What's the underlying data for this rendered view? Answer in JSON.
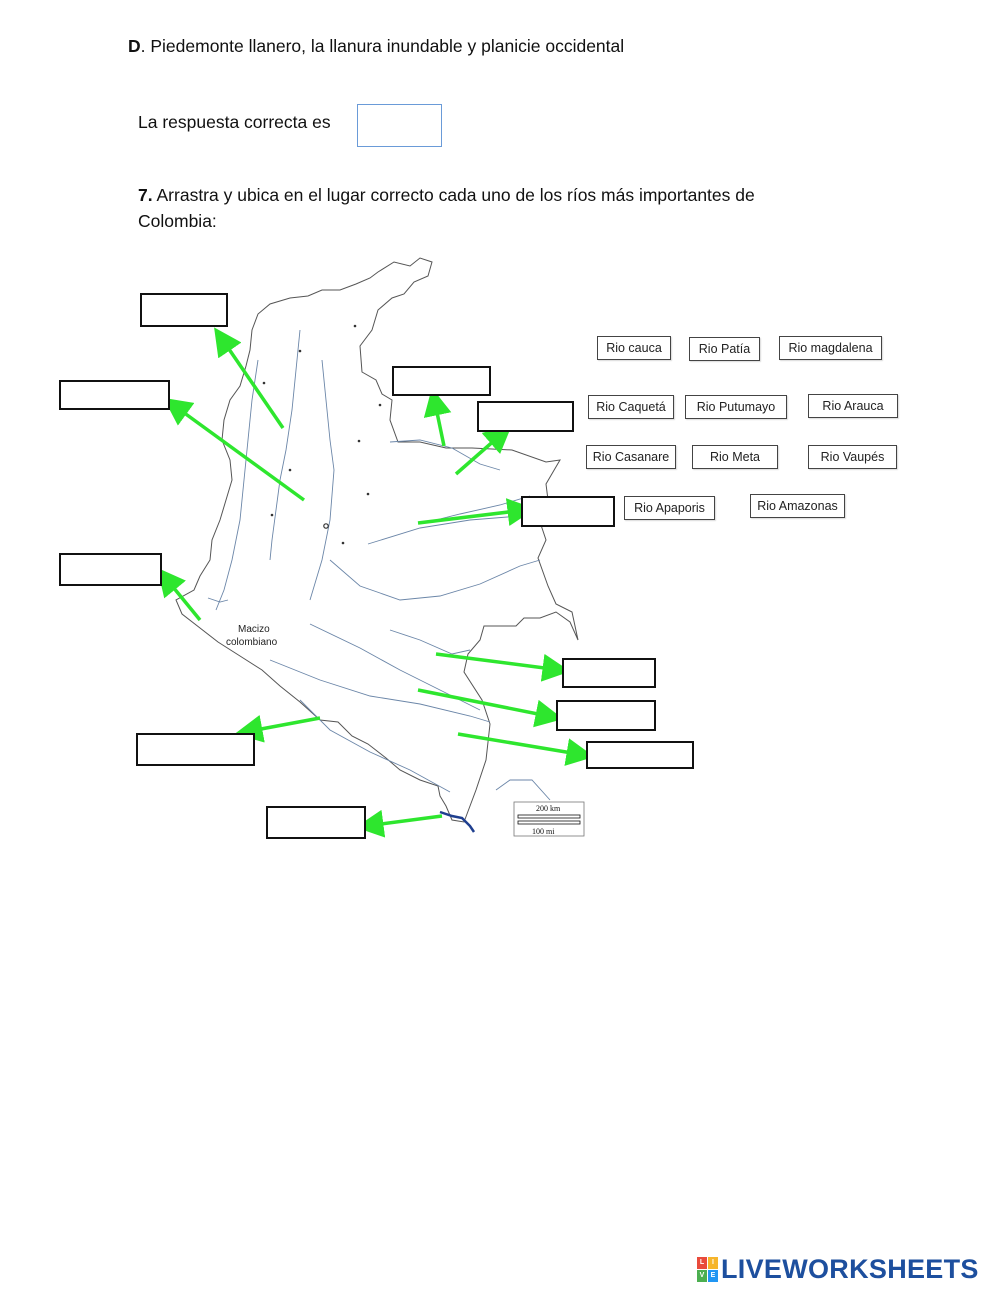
{
  "question_d": {
    "letter": "D",
    "text": ". Piedemonte llanero, la llanura inundable y planicie occidental"
  },
  "answer": {
    "label": "La respuesta correcta es",
    "value": ""
  },
  "question7": {
    "number": "7.",
    "line1": " Arrastra y ubica en el lugar correcto cada uno de los ríos más importantes de",
    "line2": "Colombia:"
  },
  "map": {
    "label_line1": "Macizo",
    "label_line2": "colombiano",
    "scale_km": "200 km",
    "scale_mi": "100 mi"
  },
  "rivers": [
    "Rio cauca",
    "Rio Patía",
    "Rio magdalena",
    "Rio Caquetá",
    "Rio Putumayo",
    "Rio Arauca",
    "Rio Casanare",
    "Rio Meta",
    "Rio Vaupés",
    "Rio Apaporis",
    "Rio Amazonas"
  ],
  "colors": {
    "arrow": "#2ee62e",
    "answer_border": "#6a9bd8",
    "logo_blue": "#1d4f9e"
  },
  "footer": {
    "logo_text": "LIVEWORKSHEETS",
    "logo_tiles": [
      "L",
      "I",
      "V",
      "E"
    ]
  }
}
